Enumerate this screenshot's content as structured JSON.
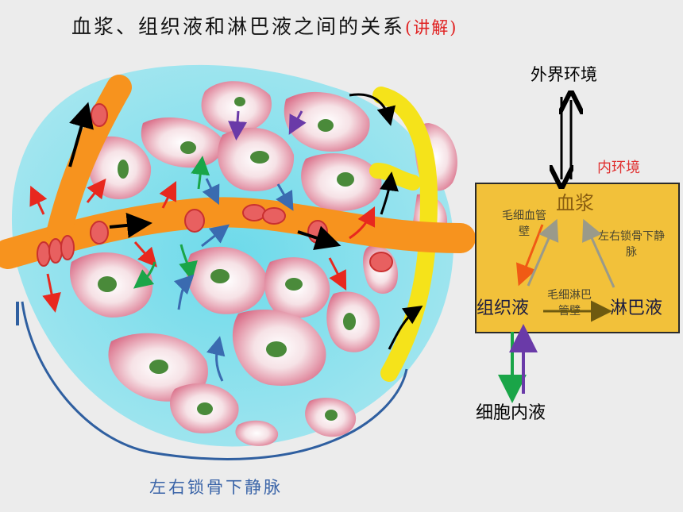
{
  "title": {
    "main": "血浆、组织液和淋巴液之间的关系",
    "sub": "(讲解)"
  },
  "illustration": {
    "bottom_label": "左右锁骨下静脉"
  },
  "schematic": {
    "outer_env": "外界环境",
    "inner_env": "内环境",
    "plasma": "血浆",
    "tissue_fluid": "组织液",
    "lymph": "淋巴液",
    "capillary_wall": "毛细血管壁",
    "clavicle_vein": "左右锁骨下静脉",
    "lymph_capillary_wall": "毛细淋巴管壁",
    "intracellular": "细胞内液"
  },
  "colors": {
    "title_sub": "#e02020",
    "box": "#f2c13a",
    "blood_vessel": "#f7931e",
    "lymph_vessel": "#f5e31a",
    "tissue_bg": "#6fdcec"
  }
}
